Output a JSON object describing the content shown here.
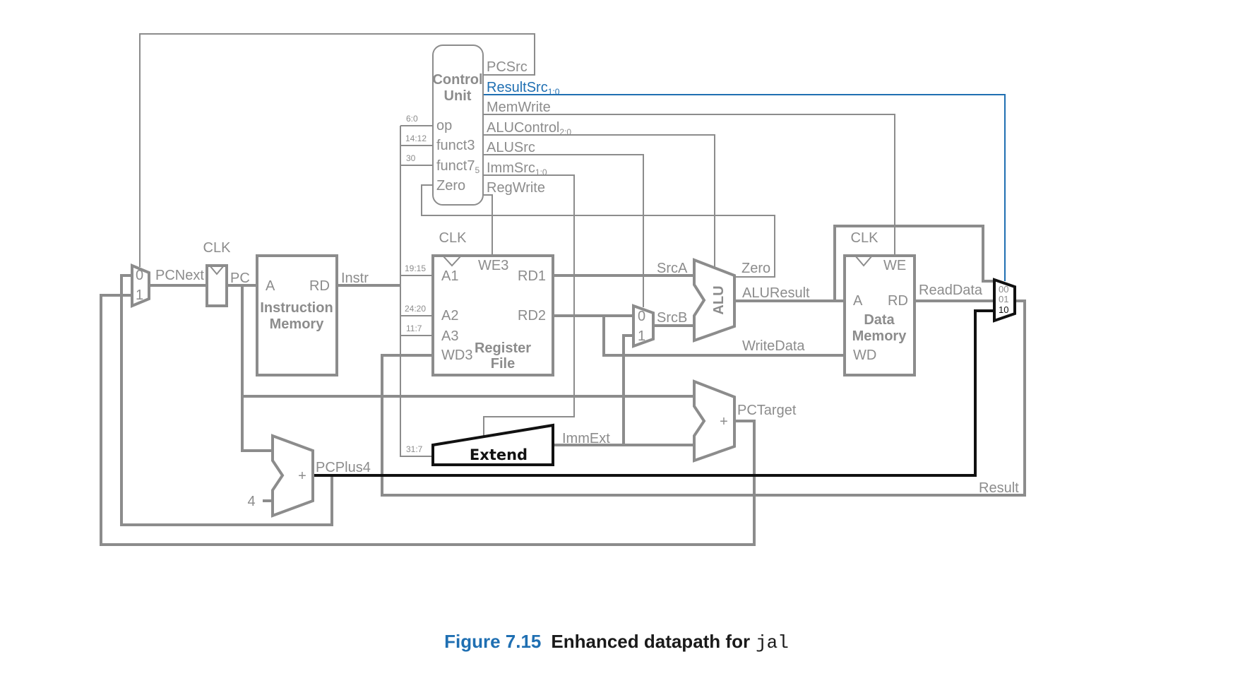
{
  "colors": {
    "wire": "#8c8c8c",
    "highlight": "#111111",
    "control_highlight": "#1f6fb2",
    "caption_number": "#1f6fb2"
  },
  "control_unit": {
    "title_line1": "Control",
    "title_line2": "Unit",
    "inputs": {
      "op": "op",
      "funct3": "funct3",
      "funct7": "funct7",
      "funct7_sub": "5",
      "zero": "Zero"
    },
    "outputs": {
      "pcsrc": "PCSrc",
      "resultsrc": "ResultSrc",
      "resultsrc_sub": "1:0",
      "memwrite": "MemWrite",
      "alucontrol": "ALUControl",
      "alucontrol_sub": "2:0",
      "alusrc": "ALUSrc",
      "immsrc": "ImmSrc",
      "immsrc_sub": "1:0",
      "regwrite": "RegWrite"
    }
  },
  "bit_fields": {
    "op": "6:0",
    "funct3": "14:12",
    "funct7": "30",
    "a1": "19:15",
    "a2": "24:20",
    "a3": "11:7",
    "imm": "31:7"
  },
  "pc_mux": {
    "in0": "0",
    "in1": "1"
  },
  "pc_register": {
    "clk": "CLK"
  },
  "instruction_memory": {
    "port_a": "A",
    "port_rd": "RD",
    "name_line1": "Instruction",
    "name_line2": "Memory"
  },
  "register_file": {
    "clk": "CLK",
    "we3": "WE3",
    "a1": "A1",
    "a2": "A2",
    "a3": "A3",
    "wd3": "WD3",
    "rd1": "RD1",
    "rd2": "RD2",
    "name_line1": "Register",
    "name_line2": "File"
  },
  "srcb_mux": {
    "in0": "0",
    "in1": "1"
  },
  "alu": {
    "label": "ALU"
  },
  "data_memory": {
    "clk": "CLK",
    "we": "WE",
    "port_a": "A",
    "port_rd": "RD",
    "wd": "WD",
    "name_line1": "Data",
    "name_line2": "Memory"
  },
  "result_mux": {
    "in00": "00",
    "in01": "01",
    "in10": "10"
  },
  "extend": {
    "label": "Extend"
  },
  "adders": {
    "symbol": "+",
    "constant": "4"
  },
  "signals": {
    "pcnext": "PCNext",
    "pc": "PC",
    "instr": "Instr",
    "srca": "SrcA",
    "srcb": "SrcB",
    "zero": "Zero",
    "aluresult": "ALUResult",
    "readdata": "ReadData",
    "writedata": "WriteData",
    "pctarget": "PCTarget",
    "immext": "ImmExt",
    "pcplus4": "PCPlus4",
    "result": "Result"
  },
  "caption": {
    "number": "Figure 7.15",
    "text": "Enhanced datapath for",
    "code": "jal"
  }
}
